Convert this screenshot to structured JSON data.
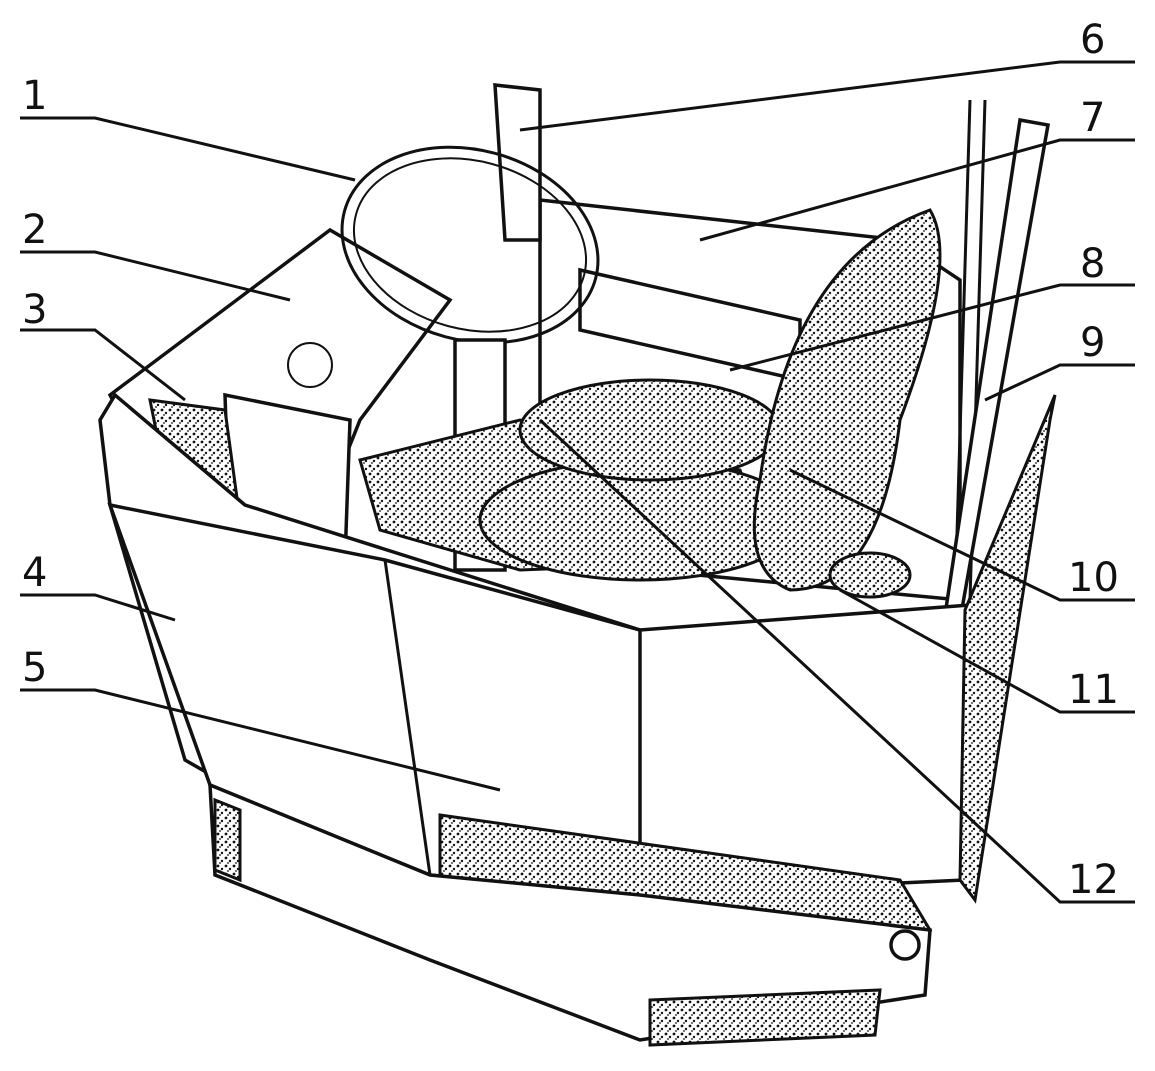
{
  "diagram": {
    "type": "labeled technical drawing",
    "callouts": [
      {
        "id": "1",
        "label": "1"
      },
      {
        "id": "2",
        "label": "2"
      },
      {
        "id": "3",
        "label": "3"
      },
      {
        "id": "4",
        "label": "4"
      },
      {
        "id": "5",
        "label": "5"
      },
      {
        "id": "6",
        "label": "6"
      },
      {
        "id": "7",
        "label": "7"
      },
      {
        "id": "8",
        "label": "8"
      },
      {
        "id": "9",
        "label": "9"
      },
      {
        "id": "10",
        "label": "10"
      },
      {
        "id": "11",
        "label": "11"
      },
      {
        "id": "12",
        "label": "12"
      }
    ],
    "colors": {
      "ink": "#111111",
      "paper": "#ffffff"
    }
  }
}
